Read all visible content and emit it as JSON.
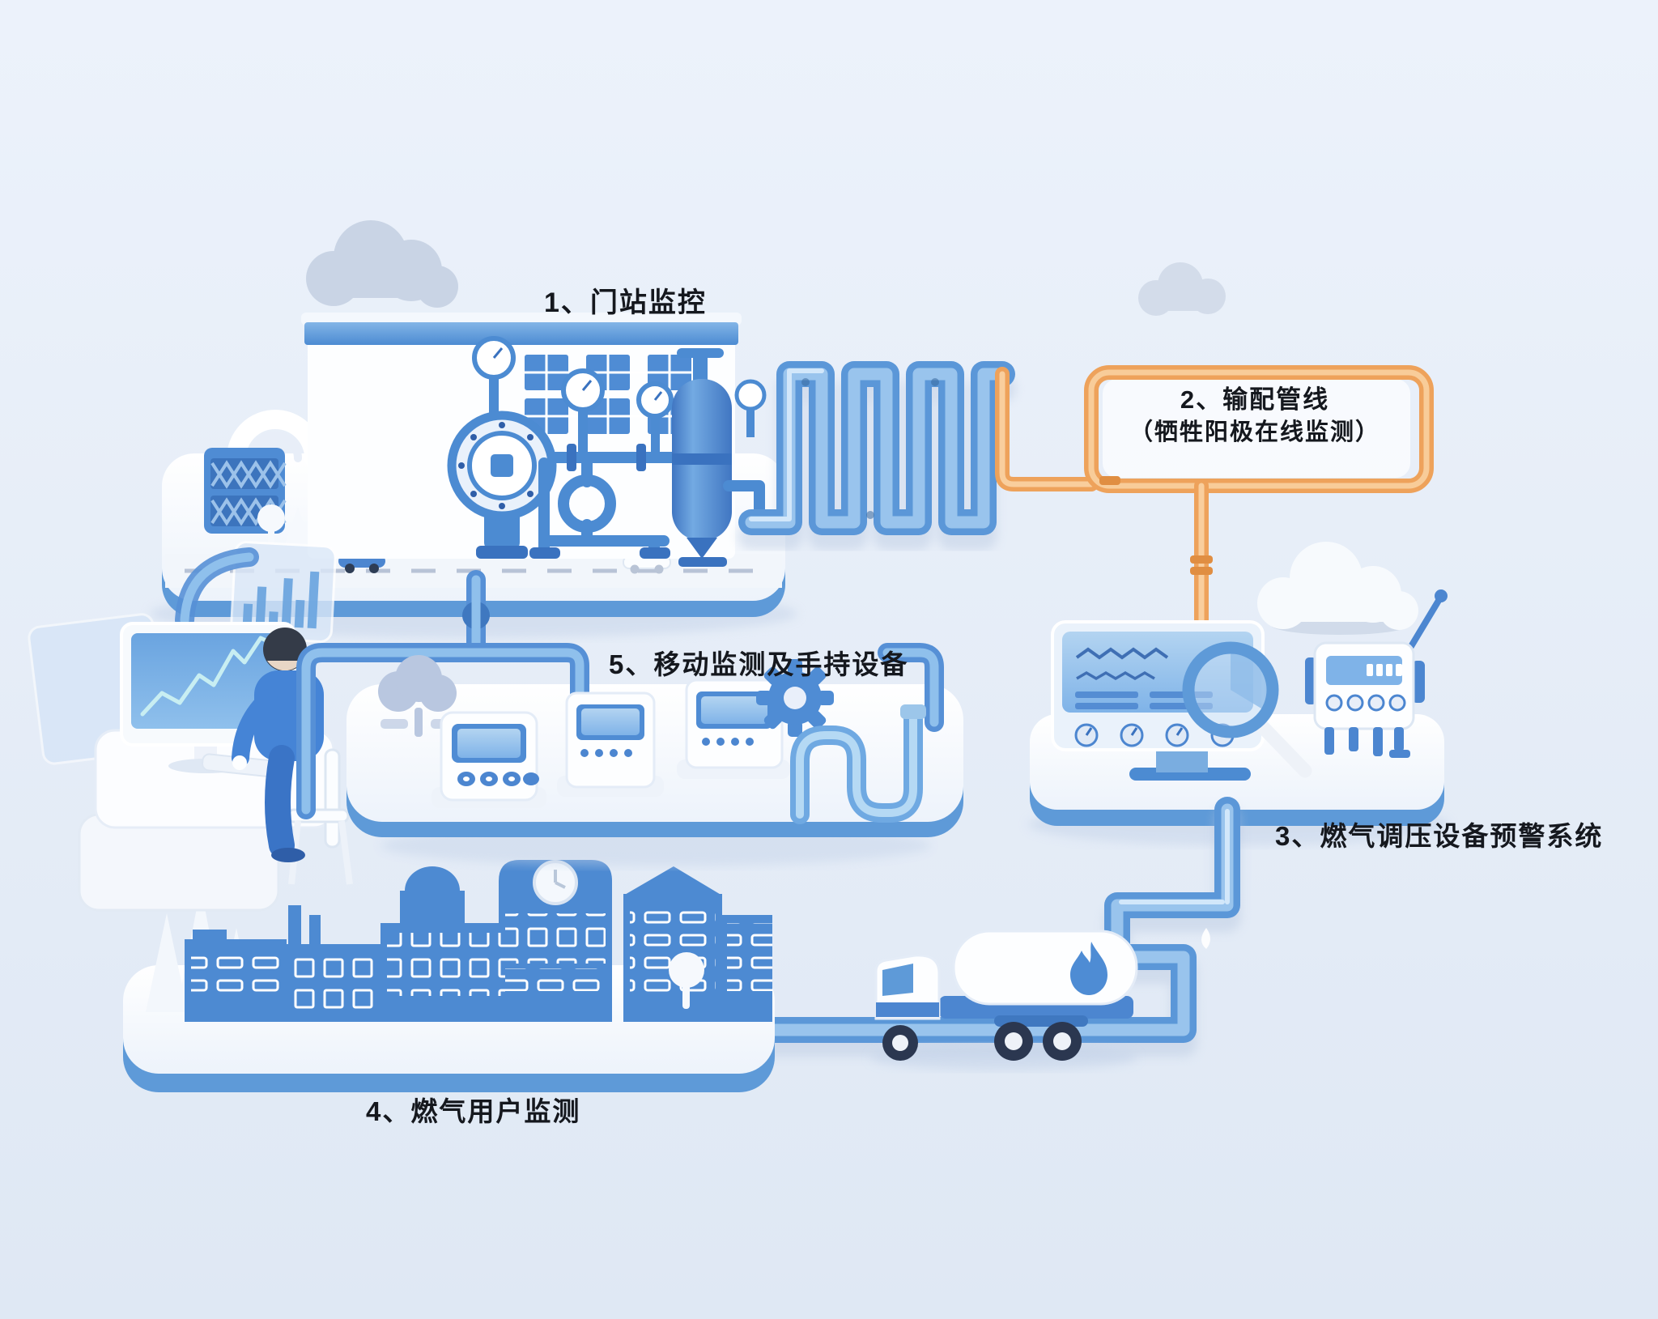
{
  "diagram": {
    "nodes": [
      {
        "id": "gate-station",
        "label": "1、门站监控"
      },
      {
        "id": "distribution-pipeline",
        "label": "2、输配管线",
        "sublabel": "（牺牲阳极在线监测）"
      },
      {
        "id": "regulator-warning-system",
        "label": "3、燃气调压设备预警系统"
      },
      {
        "id": "gas-user-monitoring",
        "label": "4、燃气用户监测"
      },
      {
        "id": "mobile-handheld-devices",
        "label": "5、移动监测及手持设备"
      }
    ]
  },
  "colors": {
    "background": "#e8eef8",
    "pipe_blue": "#5b97d8",
    "pipe_blue_light": "#9dc6ee",
    "pipe_orange": "#eea25b",
    "pipe_orange_light": "#f9d3a4",
    "structure_blue": "#4c8bd2",
    "structure_blue_dark": "#3a72bf",
    "platform_white": "#fdfeff",
    "platform_rim": "#5e9ad8",
    "screen_blue": "#7fb3e8",
    "text": "#15181e",
    "cloud_gray": "#ccd6e6"
  },
  "icons": {
    "gear-icon": "⚙",
    "flame-icon": "🔥",
    "magnifier-icon": "🔍",
    "cloud-icon": "☁",
    "clock-icon": "🕒"
  }
}
